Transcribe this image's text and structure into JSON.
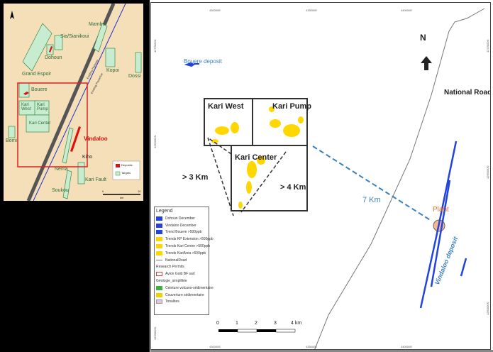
{
  "inset": {
    "labels": {
      "mambo": "Mambo",
      "sia": "Sia/Sianikoui",
      "dohoun": "Dohoun",
      "grand_espoir": "Grand Espoir",
      "kopoi": "Kopoi",
      "dossi": "Dossi",
      "bouere": "Bouere",
      "kari_west": "Kari West",
      "kari_pump": "Kari Pump",
      "kari_center": "Kari Center",
      "bomi": "Bomi",
      "vindaloo": "Vindaloo",
      "kiho": "Kiho",
      "nema": "Nema",
      "kari_fault": "Kari Fault",
      "soukou": "Soukou",
      "highway": "Existing Highway",
      "powerline": "Existing Powerline"
    },
    "legend": {
      "deposits": "Deposits",
      "targets": "Targets"
    },
    "scale": {
      "start": "0",
      "end": "10",
      "unit": "km"
    },
    "colors": {
      "background": "#f5dfb8",
      "target": "#c8ecd0",
      "deposit": "#e01010",
      "frame": "#e02020"
    }
  },
  "main": {
    "coords_top": [
      "430000E",
      "435000E",
      "440000E"
    ],
    "coords_left": [
      "1270000N",
      "1265000N",
      "1260000N"
    ],
    "north": "N",
    "labels": {
      "bouere_deposit": "Bouere deposit",
      "kari_west": "Kari West",
      "kari_pump": "Kari Pump",
      "kari_center": "Kari Center",
      "national_road": "National Road",
      "plant": "Plant",
      "vindaloo_deposit": "Vindaloo deposit",
      "d3": "> 3 Km",
      "d4": "> 4 Km",
      "d7": "7 Km"
    },
    "legend": {
      "title": "Legend",
      "items": [
        {
          "label": "Dohoun December",
          "color": "#2244dd"
        },
        {
          "label": "Vindaloo December",
          "color": "#2244dd"
        },
        {
          "label": "Trend Bouere >500ppb",
          "color": "#2244dd"
        },
        {
          "label": "Trends KP Extension >500ppb",
          "color": "#ffd700"
        },
        {
          "label": "Trends Kari Centre  >500ppb",
          "color": "#ffd700"
        },
        {
          "label": "Trends KariArea >500ppb",
          "color": "#ffd700"
        }
      ],
      "road": "NationalRoad",
      "permits_heading": "Research Permits",
      "permit": "Avion Gold BF sarl",
      "geo_heading": "Géologie_simplifiée",
      "geo": [
        {
          "label": "Ceinture volcano-sédimentaire",
          "color": "#3cb043"
        },
        {
          "label": "Couverture sédimentaire",
          "color": "#f0d000"
        },
        {
          "label": "Tonalites",
          "color": "#e0c8e0"
        }
      ]
    },
    "scale": {
      "ticks": [
        "0",
        "1",
        "2",
        "3",
        "4 km"
      ]
    }
  }
}
